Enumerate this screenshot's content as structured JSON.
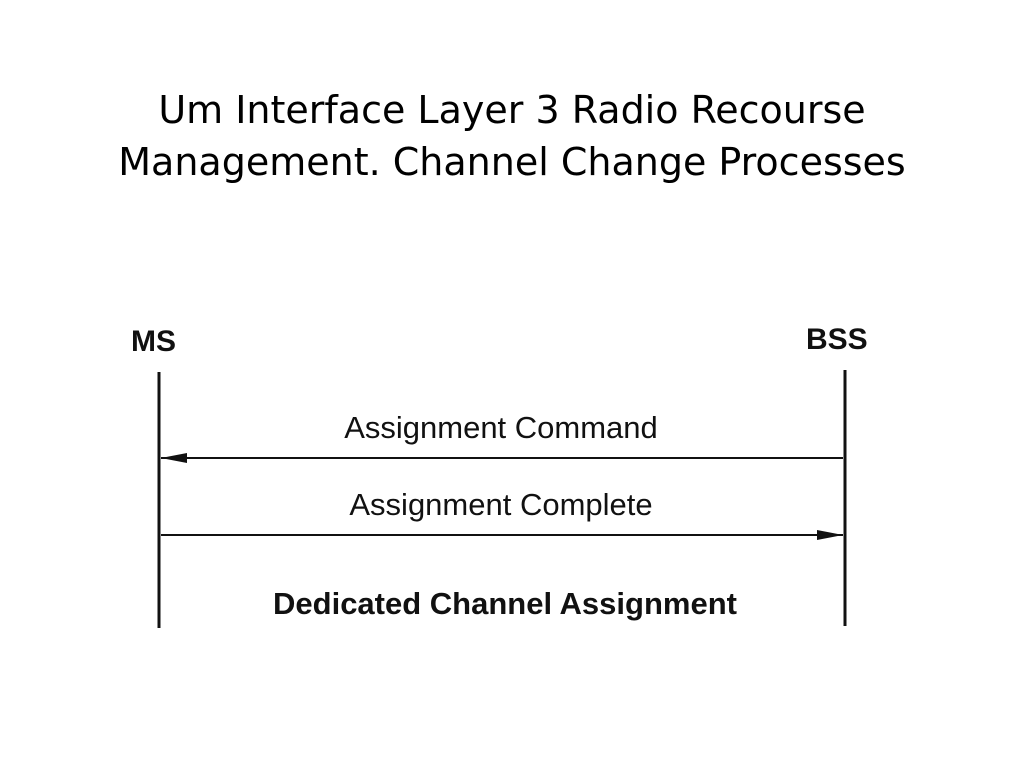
{
  "slide": {
    "title_line1": "Um Interface Layer 3 Radio Recourse",
    "title_line2": "Management. Channel Change Processes"
  },
  "diagram": {
    "entities": {
      "left": "MS",
      "right": "BSS"
    },
    "messages": [
      {
        "label": "Assignment Command",
        "direction": "BSS to MS"
      },
      {
        "label": "Assignment Complete",
        "direction": "MS to BSS"
      }
    ],
    "caption": "Dedicated Channel Assignment"
  },
  "colors": {
    "background": "#ffffff",
    "ink": "#111111"
  }
}
